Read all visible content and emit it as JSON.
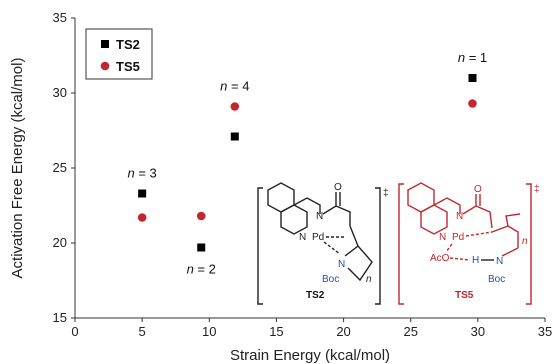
{
  "chart_data": {
    "type": "scatter",
    "xlabel": "Strain Energy (kcal/mol)",
    "ylabel": "Activation Free Energy (kcal/mol)",
    "xlim": [
      0,
      35
    ],
    "ylim": [
      15,
      35
    ],
    "xticks": [
      "0",
      "5",
      "10",
      "15",
      "20",
      "25",
      "30",
      "35"
    ],
    "yticks": [
      "15",
      "20",
      "25",
      "30",
      "35"
    ],
    "grid": false,
    "legend_position": "top-left",
    "series": [
      {
        "name": "TS2",
        "marker": "square",
        "color": "#000000",
        "points": [
          {
            "x": 5.0,
            "y": 23.3
          },
          {
            "x": 9.4,
            "y": 19.7
          },
          {
            "x": 11.9,
            "y": 27.1
          },
          {
            "x": 29.6,
            "y": 31.0
          }
        ]
      },
      {
        "name": "TS5",
        "marker": "circle",
        "color": "#c0282d",
        "points": [
          {
            "x": 5.0,
            "y": 21.7
          },
          {
            "x": 9.4,
            "y": 21.8
          },
          {
            "x": 11.9,
            "y": 29.1
          },
          {
            "x": 29.6,
            "y": 29.3
          }
        ]
      }
    ],
    "annotations": [
      {
        "text": "n = 3",
        "x": 5.0,
        "y": 23.3,
        "anchor": "above"
      },
      {
        "text": "n = 2",
        "x": 9.4,
        "y": 19.7,
        "anchor": "below"
      },
      {
        "text": "n = 4",
        "x": 11.9,
        "y": 29.1,
        "anchor": "above"
      },
      {
        "text": "n = 1",
        "x": 29.6,
        "y": 31.0,
        "anchor": "above"
      }
    ]
  },
  "inset": {
    "ts2": {
      "label": "TS2",
      "dagger": "‡",
      "atoms": {
        "n": "N",
        "pd": "Pd",
        "o": "O",
        "boc": "Boc",
        "sub_n": "n"
      }
    },
    "ts5": {
      "label": "TS5",
      "dagger": "‡",
      "color": "#c0282d",
      "atoms": {
        "n": "N",
        "pd": "Pd",
        "o": "O",
        "aco": "AcO",
        "h": "H",
        "boc": "Boc",
        "sub_n": "n"
      }
    }
  }
}
